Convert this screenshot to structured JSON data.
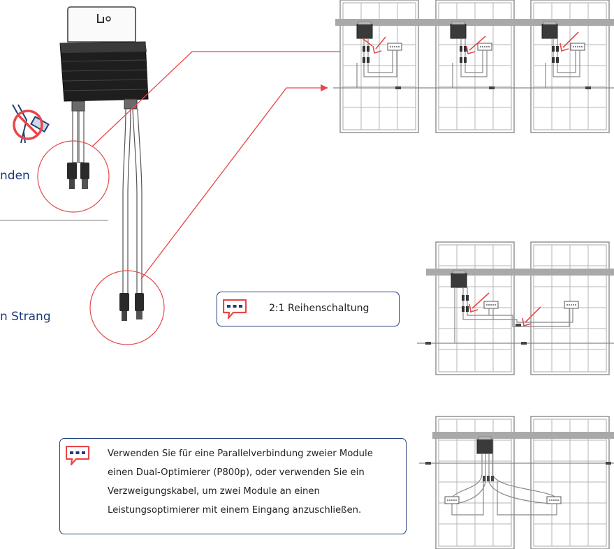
{
  "left_labels": {
    "connect_fragment": "nden",
    "string_fragment": "n Strang"
  },
  "callouts": {
    "series": {
      "icon": "comment-icon",
      "text": "2:1 Reihenschaltung"
    },
    "parallel": {
      "icon": "comment-icon",
      "lines": [
        "Verwenden Sie für eine Parallelverbindung zweier Module",
        "einen Dual-Optimierer (P800p), oder verwenden Sie ein",
        "Verzweigungskabel, um zwei Module an einen",
        "Leistungsoptimierer mit einem Eingang anzuschließen."
      ]
    }
  },
  "colors": {
    "accent_red": "#e8474a",
    "navy": "#1f3e78",
    "optimizer_body": "#1e1e1e",
    "panel_line": "#9a9a9a"
  }
}
